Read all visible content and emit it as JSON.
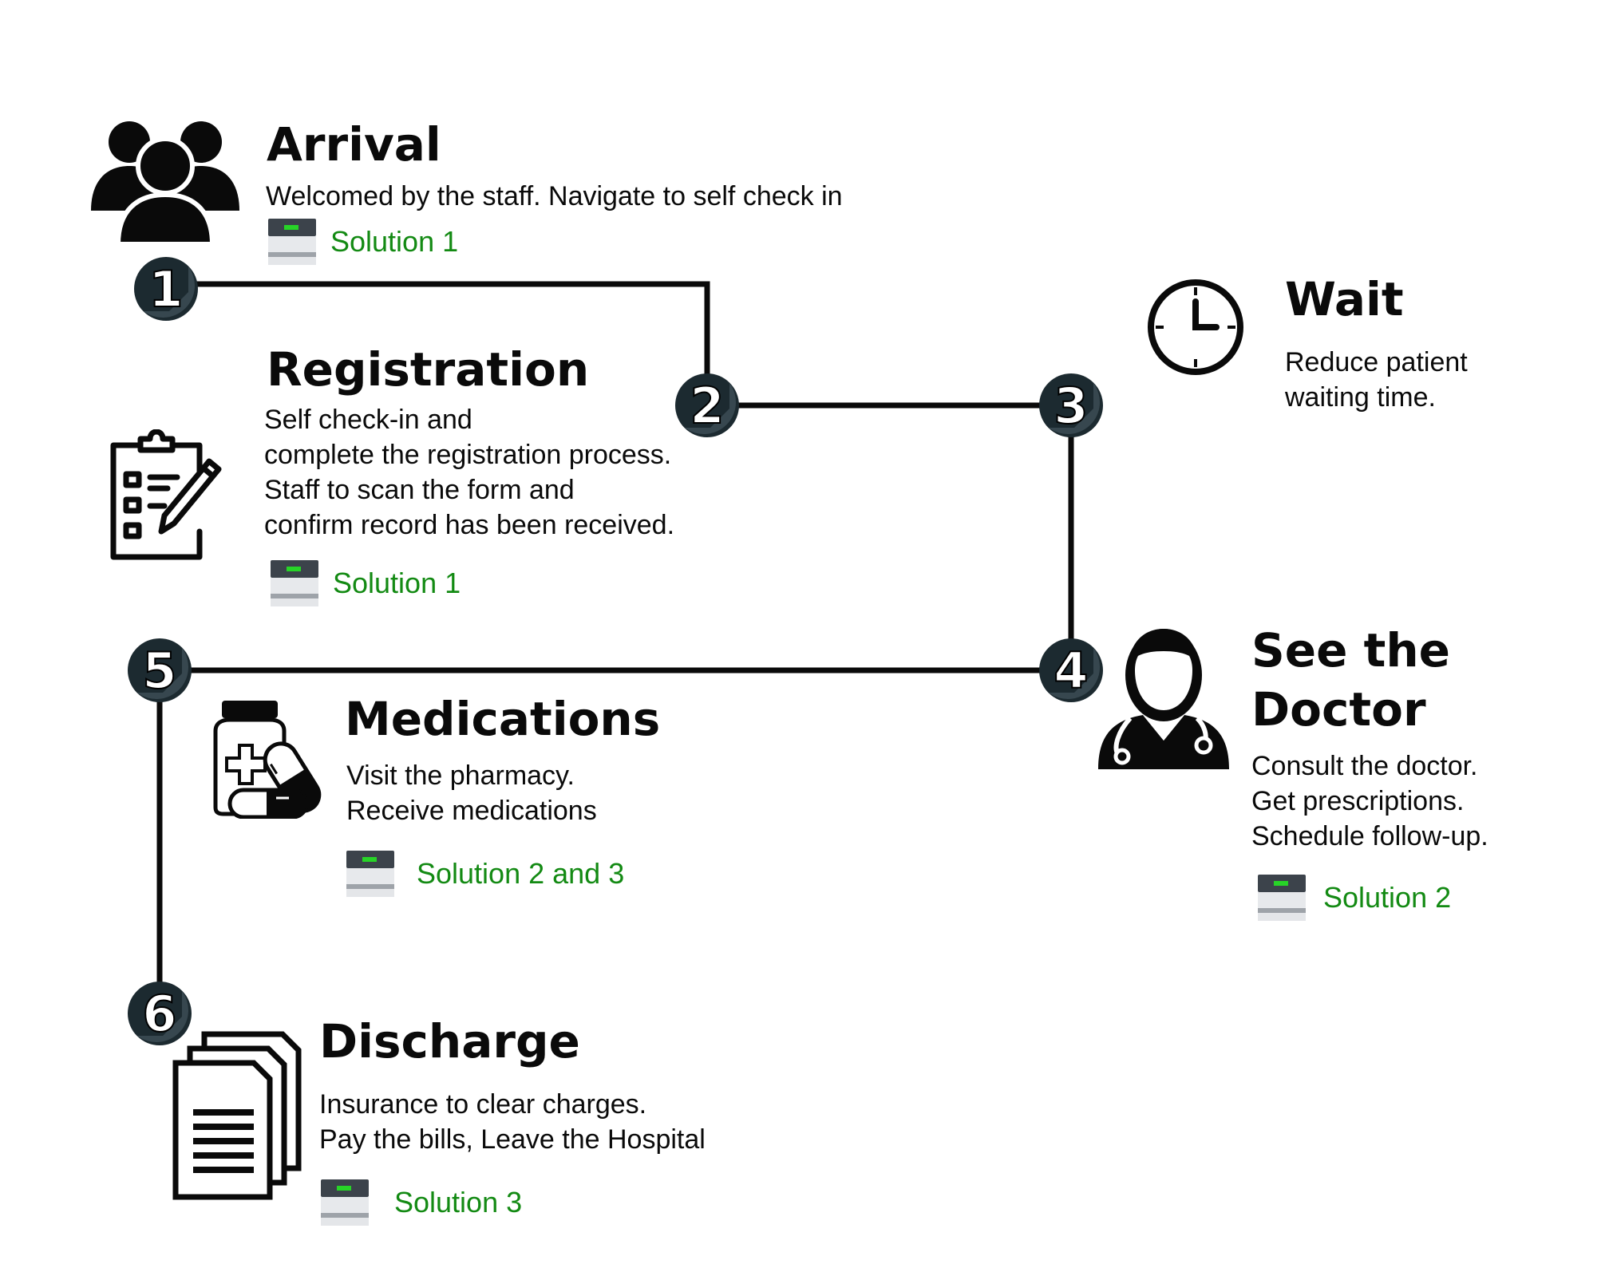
{
  "colors": {
    "line": "#0a0a0a",
    "badge_fill": "#1c2a30",
    "badge_shadow": "#37474f",
    "badge_text": "#ffffff",
    "solution_text": "#138a13",
    "tray_indicator": "#27d427"
  },
  "steps": [
    {
      "number": "1",
      "title": "Arrival",
      "icon": "people-group-icon",
      "description": [
        "Welcomed by the staff. Navigate to self check in"
      ],
      "solution": "Solution 1"
    },
    {
      "number": "2",
      "title": "Registration",
      "icon": "clipboard-checklist-icon",
      "description": [
        "Self check-in and",
        "complete the registration process.",
        "Staff to scan the form and",
        "confirm record has been received."
      ],
      "solution": "Solution 1"
    },
    {
      "number": "3",
      "title": "Wait",
      "icon": "clock-icon",
      "description": [
        "Reduce patient",
        "waiting time."
      ],
      "solution": ""
    },
    {
      "number": "4",
      "title": "See the Doctor",
      "title_lines": [
        "See the",
        "Doctor"
      ],
      "icon": "doctor-icon",
      "description": [
        "Consult the doctor.",
        "Get prescriptions.",
        "Schedule follow-up."
      ],
      "solution": "Solution 2"
    },
    {
      "number": "5",
      "title": "Medications",
      "icon": "medicine-bottle-pills-icon",
      "description": [
        "Visit the pharmacy.",
        "Receive medications"
      ],
      "solution": "Solution 2 and 3"
    },
    {
      "number": "6",
      "title": "Discharge",
      "icon": "document-stack-icon",
      "description": [
        "Insurance to clear charges.",
        "Pay the bills, Leave the Hospital"
      ],
      "solution": "Solution 3"
    }
  ]
}
